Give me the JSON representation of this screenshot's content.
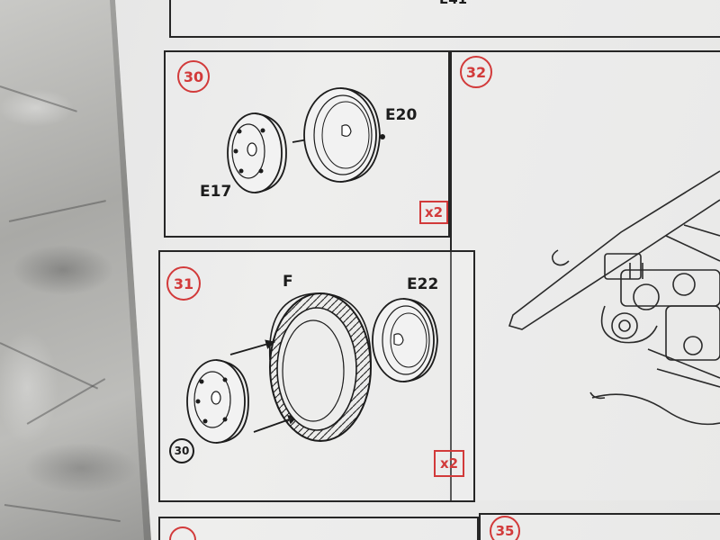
{
  "steps": {
    "step30": {
      "number": "30",
      "parts": [
        "E17",
        "E20"
      ],
      "multiplier": "x2"
    },
    "step31": {
      "number": "31",
      "parts": [
        "F",
        "E22"
      ],
      "reference": "30",
      "multiplier": "x2"
    },
    "step32": {
      "number": "32"
    },
    "step35": {
      "number": "35"
    },
    "top_partial_label": "E41"
  },
  "colors": {
    "accent_red": "#d23a3a",
    "line_black": "#262626",
    "paper": "#e8e8e7",
    "marble": "#b0b0ad"
  },
  "icons": {
    "wheel_hub": "wheel-hub-icon",
    "wheel_rim": "wheel-rim-icon",
    "tire": "tire-icon",
    "arrow": "arrow-icon"
  }
}
